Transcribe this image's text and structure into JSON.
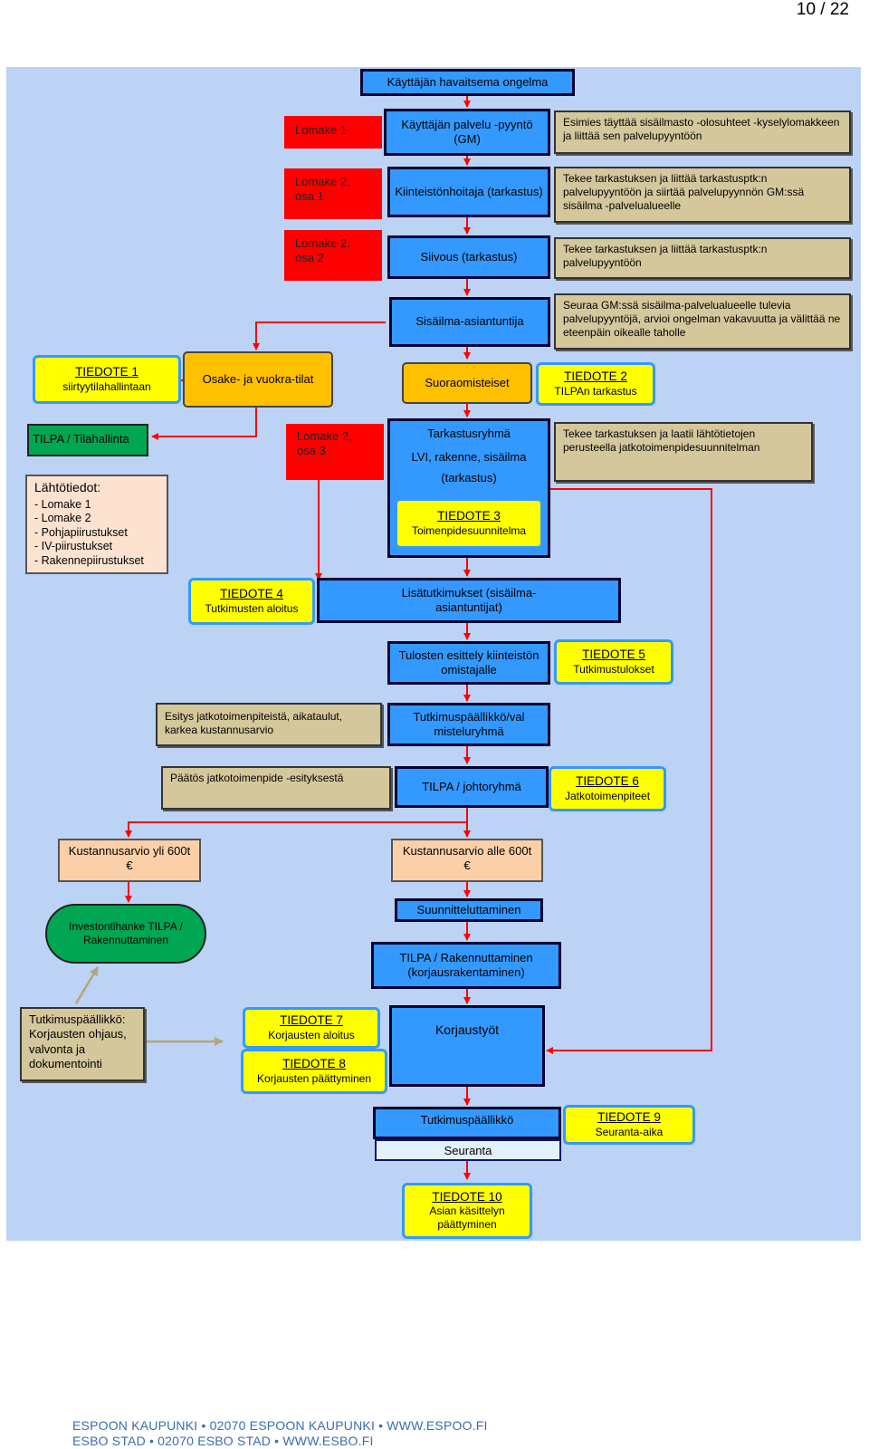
{
  "page_number": "10 / 22",
  "colors": {
    "panel": "#bcd3f5",
    "process": "#3399ff",
    "note": "#d4c79b",
    "form": "#ff0000",
    "info": "#ffff00",
    "space": "#ffc000",
    "cost": "#fbd0a8",
    "investment": "#00a651",
    "arrow": "#ff0000"
  },
  "nodes": {
    "top": "Käyttäjän havaitsema ongelma",
    "lomake1": "Lomake 1",
    "service_request": "Käyttäjän palvelu -pyyntö (GM)",
    "supervisor_note": "Esimies täyttää sisäilmasto -olosuhteet   -kyselylomakkeen ja liittää sen palvelupyyntöön",
    "lomake2_osa1": "Lomake  2, osa 1",
    "property_manager": "Kiinteistönhoitaja (tarkastus)",
    "pm_note": "Tekee tarkastuksen    ja liittää tarkastusptk:n palvelupyyntöön ja siirtää  palvelupyynnön GM:ssä sisäilma -palvelualueelle",
    "lomake2_osa2": "Lomake  2, osa 2",
    "cleaning": "Siivous (tarkastus)",
    "cleaning_note": "Tekee tarkastuksen     ja liittää tarkastusptk:n palvelupyyntöön",
    "expert": "Sisäilma-asiantuntija",
    "expert_note": "Seuraa GM:ssä  sisäilma-palvelualueelle tulevia palvelupyyntöjä, arvioi ongelman vakavuutta ja välittää ne eteenpäin oikealle taholle",
    "tiedote1_title": "TIEDOTE 1",
    "tiedote1_text": "siirtyytilahallintaan",
    "owned_rented": "Osake- ja vuokra-tilat",
    "direct_measures": "Suoraomisteiset",
    "tiedote2_title": "TIEDOTE 2",
    "tiedote2_text": "TILPAn  tarkastus",
    "tilpa": "TILPA / Tilahallinta",
    "lomake2_osa3": "Lomake  2, osa 3",
    "inspection_group_title": "Tarkastusryhmä",
    "inspection_group_sub": "LVI, rakenne, sisäilma",
    "inspection_group_sub2": "(tarkastus)",
    "tiedote3_title": "TIEDOTE 3",
    "tiedote3_text": "Toimenpidesuunnitelma",
    "inspection_note": "Tekee tarkastuksen  ja laatii lähtötietojen perusteella jatkotoimenpidesuunnitelman",
    "source_data_title": "Lähtötiedot:",
    "source_data_items": [
      "- Lomake 1",
      "- Lomake 2",
      "- Pohjapiirustukset",
      "- IV-piirustukset",
      "- Rakennepiirustukset"
    ],
    "tiedote4_title": "TIEDOTE 4",
    "tiedote4_text": "Tutkimusten  aloitus",
    "further_studies": "Lisätutkimukset (sisäilma-asiantuntijat)",
    "results_presentation": "Tulosten esittely kiinteistön omistajalle",
    "tiedote5_title": "TIEDOTE 5",
    "tiedote5_text": "Tutkimustulokset",
    "proposal_note": "Esitys jatkotoimenpiteistä, aikataulut,  karkea kustannusarvio",
    "research_manager_group": "Tutkimuspäällikkö/val misteluryhmä",
    "decision_note": "Päätös jatkotoimenpide  -esityksestä",
    "tilpa_board": "TILPA / johtoryhmä",
    "tiedote6_title": "TIEDOTE 6",
    "tiedote6_text": "Jatkotoimenpiteet",
    "cost_over": "Kustannusarvio yli 600t €",
    "cost_under": "Kustannusarvio alle 600t €",
    "investment": "Investontihanke TILPA /  Rakennuttaminen",
    "planning": "Suunnitteluttaminen",
    "construction": "TILPA / Rakennuttaminen (korjausrakentaminen)",
    "research_manager_note": "Tutkimuspäällikkö: Korjausten ohjaus, valvonta ja dokumentointi",
    "tiedote7_title": "TIEDOTE 7",
    "tiedote7_text": "Korjausten aloitus",
    "tiedote8_title": "TIEDOTE 8",
    "tiedote8_text": "Korjausten päättyminen",
    "repairs": "Korjaustyöt",
    "research_manager": "Tutkimuspäällikkö",
    "followup": "Seuranta",
    "tiedote9_title": "TIEDOTE 9",
    "tiedote9_text": "Seuranta-aika",
    "tiedote10_title": "TIEDOTE 10",
    "tiedote10_text": "Asian käsittelyn päättyminen"
  },
  "footer": {
    "line1": "ESPOON KAUPUNKI • 02070 ESPOON KAUPUNKI • WWW.ESPOO.FI",
    "line2": "ESBO STAD • 02070 ESBO STAD • WWW.ESBO.FI"
  }
}
